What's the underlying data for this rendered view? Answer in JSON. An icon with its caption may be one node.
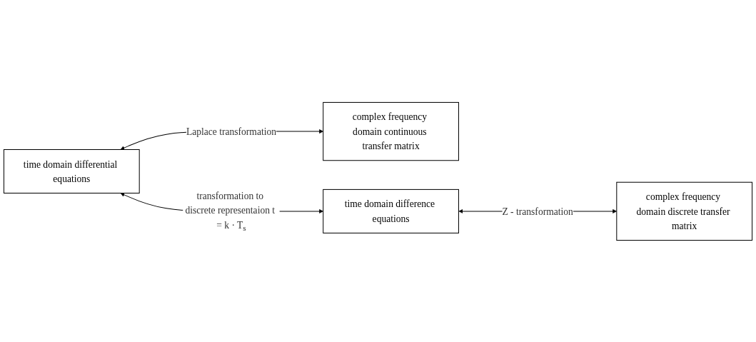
{
  "diagram": {
    "nodes": [
      {
        "text": [
          "time domain differential equations"
        ]
      },
      {
        "text": [
          "complex frequency domain continuous transfer matrix"
        ]
      },
      {
        "text": [
          "time domain difference equations"
        ]
      },
      {
        "text": [
          "complex frequency domain discrete transfer matrix"
        ]
      }
    ],
    "edges": [
      {
        "from": 0,
        "to": 1,
        "arrow": "both",
        "label": "Laplace transformation"
      },
      {
        "from": 0,
        "to": 2,
        "arrow": "both",
        "label": "transformation to discrete representaion t = k · T$_{s}$"
      },
      {
        "from": 2,
        "to": 3,
        "arrow": "both",
        "label": "Z - transformation"
      }
    ]
  }
}
